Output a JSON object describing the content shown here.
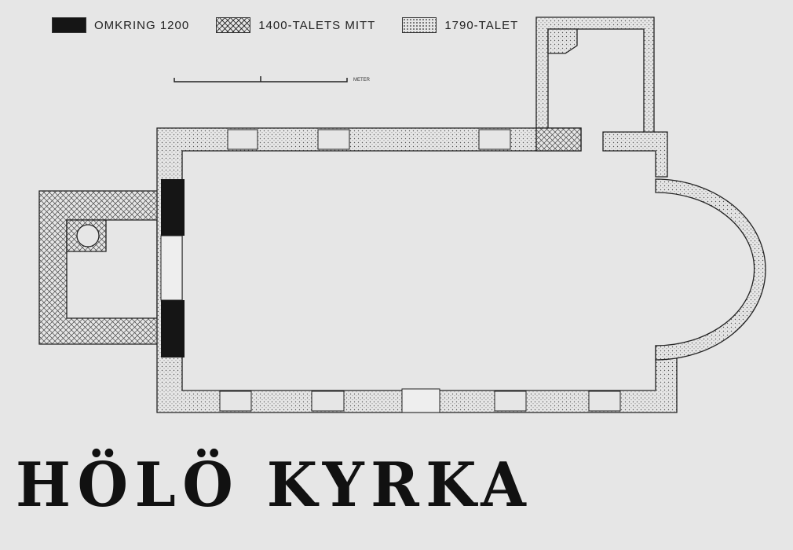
{
  "legend": [
    {
      "label": "OMKRING 1200",
      "pattern": "solid-black"
    },
    {
      "label": "1400-TALETS MITT",
      "pattern": "crosshatch"
    },
    {
      "label": "1790-TALET",
      "pattern": "dotted"
    }
  ],
  "scale_label": "METER",
  "title": "HÖLÖ KYRKA",
  "colors": {
    "paper": "#e6e6e6",
    "ink": "#151515"
  }
}
